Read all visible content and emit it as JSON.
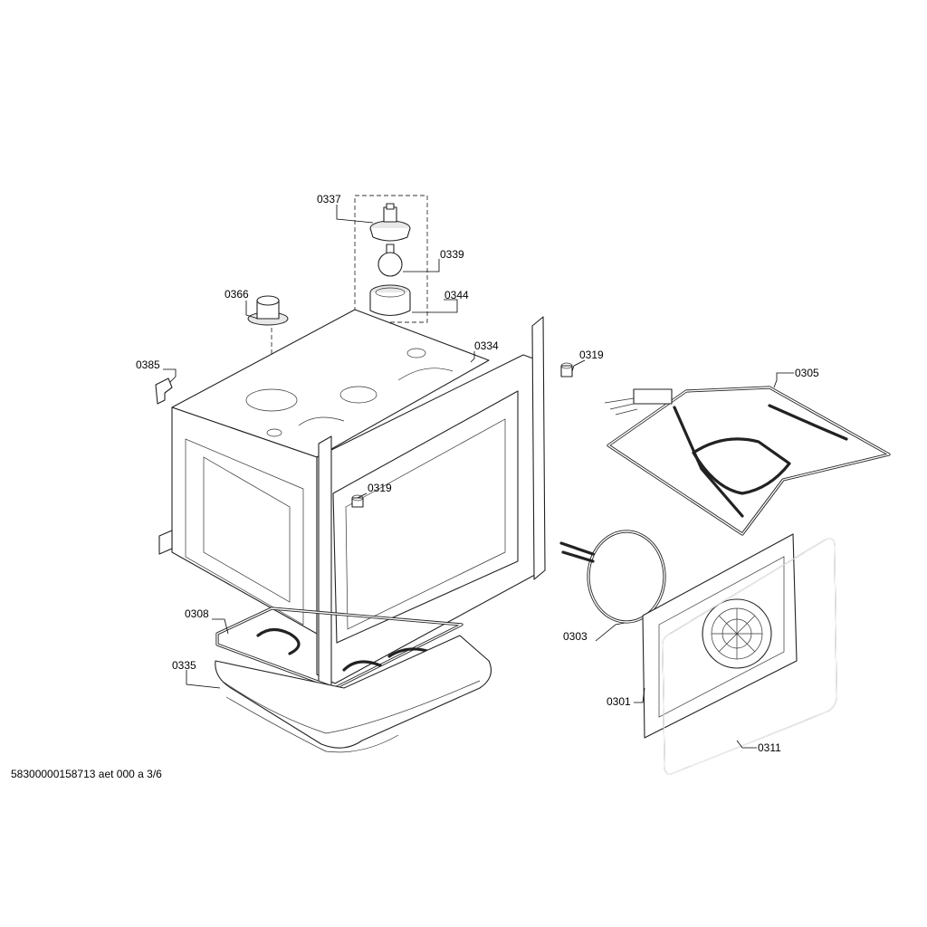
{
  "diagram": {
    "parts": [
      {
        "id": "0337"
      },
      {
        "id": "0339"
      },
      {
        "id": "0344"
      },
      {
        "id": "0366"
      },
      {
        "id": "0334"
      },
      {
        "id": "0319"
      },
      {
        "id": "0385"
      },
      {
        "id": "0305"
      },
      {
        "id": "0319"
      },
      {
        "id": "0303"
      },
      {
        "id": "0308"
      },
      {
        "id": "0335"
      },
      {
        "id": "0301"
      },
      {
        "id": "0311"
      }
    ],
    "footer": "58300000158713 aet 000 a 3/6"
  }
}
